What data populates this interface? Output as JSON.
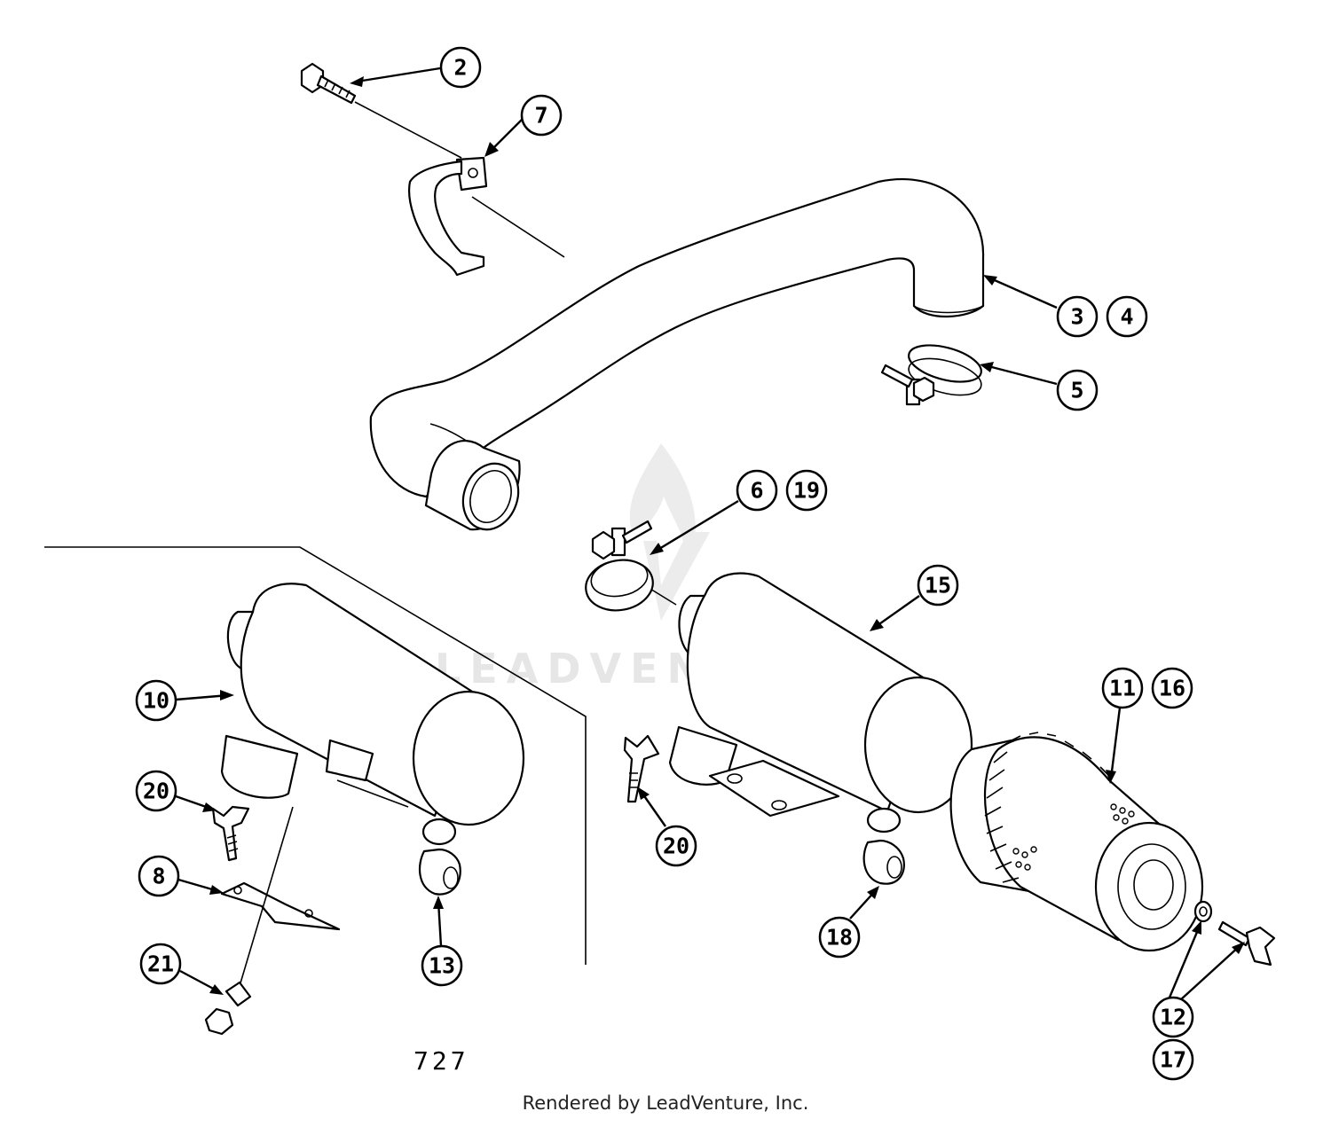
{
  "watermark": {
    "text": "LEADVENTURE",
    "logo_icon": "leadventure-flame-logo"
  },
  "figure_number": "727",
  "footer": "Rendered by LeadVenture, Inc.",
  "callouts": [
    {
      "id": "2",
      "label": "2"
    },
    {
      "id": "7",
      "label": "7"
    },
    {
      "id": "3",
      "label": "3"
    },
    {
      "id": "4",
      "label": "4"
    },
    {
      "id": "5",
      "label": "5"
    },
    {
      "id": "6",
      "label": "6"
    },
    {
      "id": "19",
      "label": "19"
    },
    {
      "id": "15",
      "label": "15"
    },
    {
      "id": "10",
      "label": "10"
    },
    {
      "id": "11",
      "label": "11"
    },
    {
      "id": "16",
      "label": "16"
    },
    {
      "id": "20a",
      "label": "20"
    },
    {
      "id": "20b",
      "label": "20"
    },
    {
      "id": "8",
      "label": "8"
    },
    {
      "id": "21",
      "label": "21"
    },
    {
      "id": "13",
      "label": "13"
    },
    {
      "id": "18",
      "label": "18"
    },
    {
      "id": "12",
      "label": "12"
    },
    {
      "id": "17",
      "label": "17"
    }
  ],
  "colors": {
    "line": "#000000",
    "background": "#ffffff",
    "watermark": "#e6e6e6"
  }
}
